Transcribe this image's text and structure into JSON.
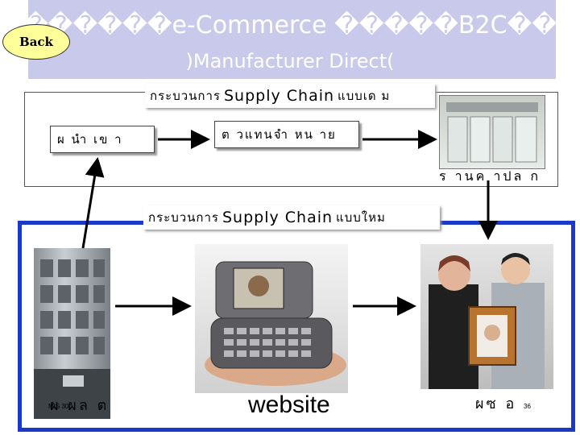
{
  "header": {
    "title_line1": "������e-Commerce �����B2C��",
    "title_line2": ")Manufacturer Direct("
  },
  "back_button": {
    "label": "Back"
  },
  "old_chain": {
    "label_prefix": "กระบวนการ",
    "label_main": "Supply Chain",
    "label_suffix": "แบบเด ม",
    "maker": "ผ นำ เข า",
    "dealer": "ต วแทนจำ หน าย",
    "store": "ร านค าปล ก"
  },
  "new_chain": {
    "label_prefix": "กระบวนการ",
    "label_main": "Supply Chain",
    "label_suffix": "แบบใหม",
    "maker_caption": "ผ ผล ต",
    "website_caption": "website",
    "buyer_caption": "ผซ อ"
  },
  "footer": {
    "small_text": "MIS 300",
    "slide_number": "36"
  },
  "colors": {
    "header_band": "#c9c9ec",
    "new_box_border": "#1a39c9",
    "back_button_fill": "#ffff99"
  }
}
